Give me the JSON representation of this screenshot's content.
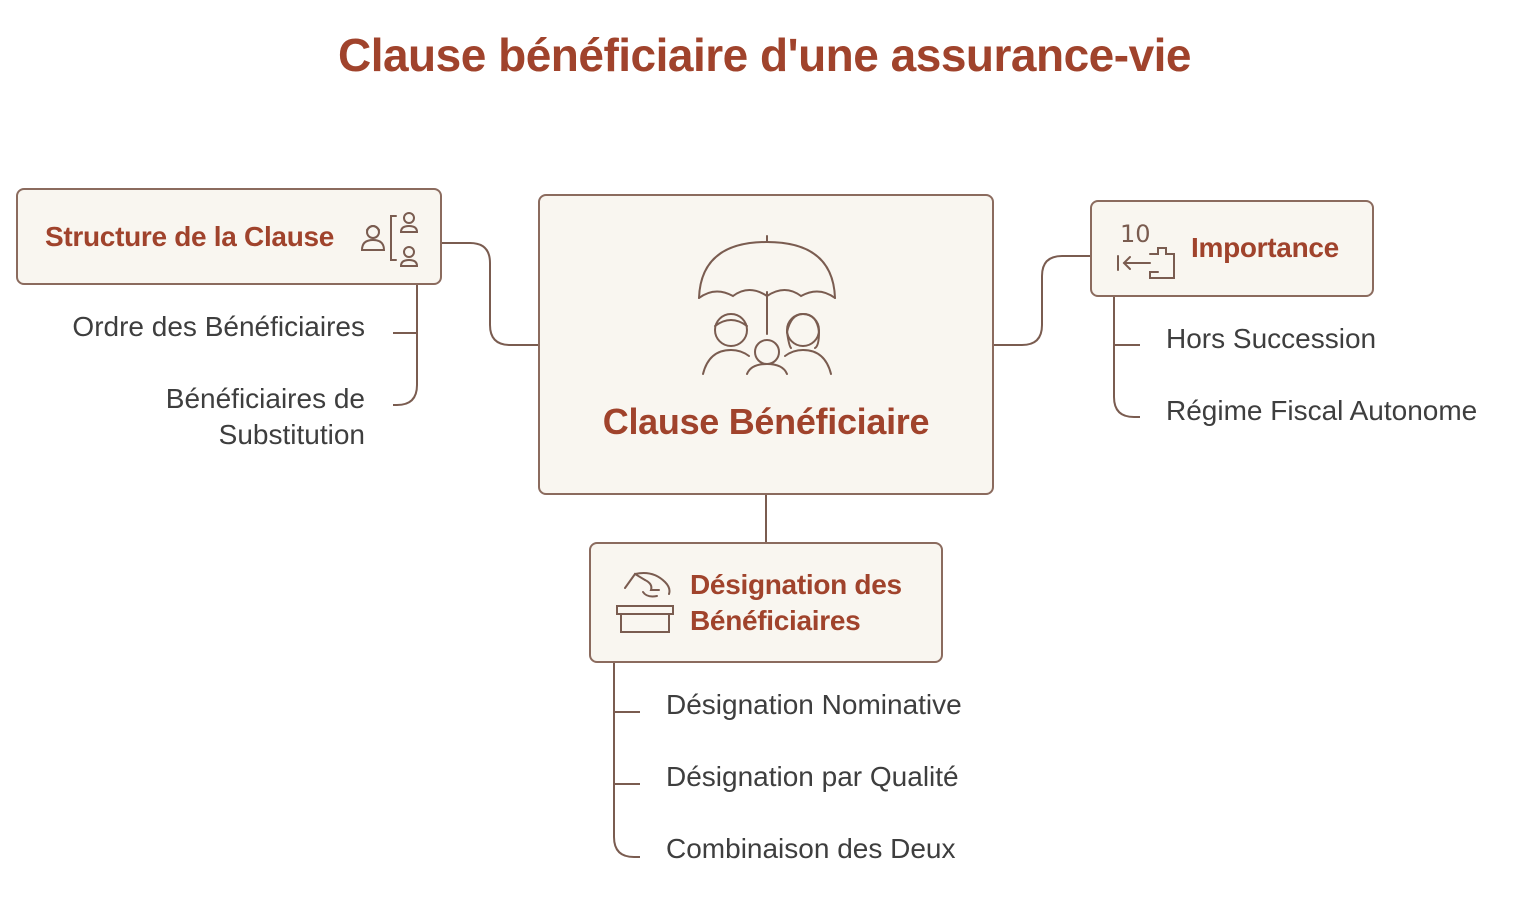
{
  "title": "Clause bénéficiaire d'une assurance-vie",
  "center": {
    "label": "Clause Bénéficiaire",
    "icon": "umbrella-family-icon"
  },
  "structure": {
    "label": "Structure de la Clause",
    "icon": "hierarchy-people-icon",
    "items": [
      "Ordre des Bénéficiaires",
      "Bénéficiaires de",
      "Substitution"
    ]
  },
  "importance": {
    "label": "Importance",
    "icon": "number-arrow-icon",
    "icon_text": "10",
    "items": [
      "Hors Succession",
      "Régime Fiscal Autonome"
    ]
  },
  "designation": {
    "label_line1": "Désignation des",
    "label_line2": "Bénéficiaires",
    "icon": "ballot-box-icon",
    "items": [
      "Désignation Nominative",
      "Désignation par Qualité",
      "Combinaison des Deux"
    ]
  },
  "colors": {
    "accent": "#A0432C",
    "line": "#7A5C50",
    "box_fill": "#F9F6F0",
    "text": "#3E3E3E"
  }
}
